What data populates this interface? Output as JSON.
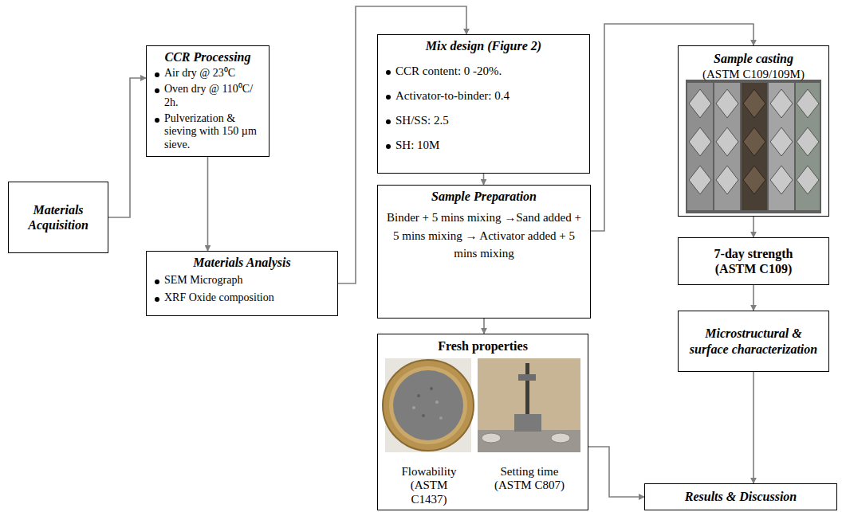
{
  "diagram": {
    "nodes": [
      {
        "text": [
          "Materials Acquisition"
        ]
      },
      {
        "text": [
          "CCR Processing",
          "Air dry @ 23⁰C",
          "Oven dry @ 110⁰C/ 2h.",
          "Pulverization & sieving with 150 µm sieve."
        ]
      },
      {
        "text": [
          "Materials Analysis",
          "SEM Micrograph",
          "XRF Oxide composition"
        ]
      },
      {
        "text": [
          "Mix design (Figure 2)",
          "CCR content: 0 -20%.",
          "Activator-to-binder: 0.4",
          "SH/SS: 2.5",
          "SH: 10M"
        ]
      },
      {
        "text": [
          "Sample Preparation",
          "Binder + 5 mins mixing →Sand added + 5 mins mixing → Activator added + 5 mins mixing"
        ]
      },
      {
        "text": [
          "Fresh properties",
          "Flowability (ASTM C1437)",
          "Setting time (ASTM C807)"
        ]
      },
      {
        "text": [
          "Sample casting",
          "(ASTM C109/109M)"
        ]
      },
      {
        "text": [
          "7-day strength",
          "(ASTM C109)"
        ]
      },
      {
        "text": [
          "Microstructural & surface characterization"
        ]
      },
      {
        "text": [
          "Results & Discussion"
        ]
      }
    ],
    "edges": [
      {
        "from": 0,
        "to": 1,
        "arrow": "to"
      },
      {
        "from": 1,
        "to": 2,
        "arrow": "to"
      },
      {
        "from": 2,
        "to": 3,
        "arrow": "to"
      },
      {
        "from": 3,
        "to": 4,
        "arrow": "to"
      },
      {
        "from": 4,
        "to": 6,
        "arrow": "to"
      },
      {
        "from": 4,
        "to": 5,
        "arrow": "to"
      },
      {
        "from": 6,
        "to": 7,
        "arrow": "to"
      },
      {
        "from": 7,
        "to": 8,
        "arrow": "to"
      },
      {
        "from": 8,
        "to": 9,
        "arrow": "to"
      },
      {
        "from": 5,
        "to": 9,
        "arrow": "to"
      }
    ]
  }
}
